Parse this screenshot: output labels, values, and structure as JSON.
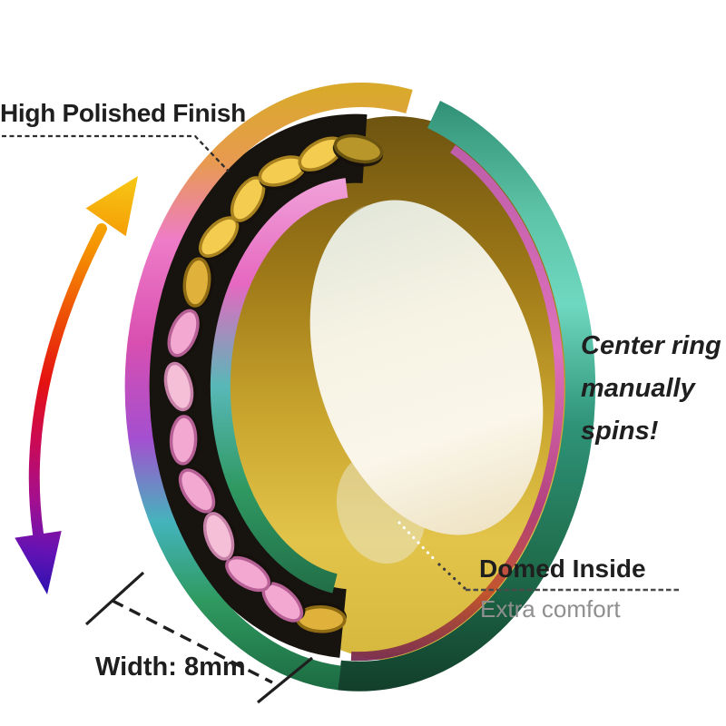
{
  "background_color": "#ffffff",
  "annotations": {
    "high_polished_finish": {
      "label": "High Polished Finish"
    },
    "center_spin": {
      "line1": "Center ring",
      "line2": "manually",
      "line3": "spins!"
    },
    "domed_inside": {
      "label": "Domed Inside",
      "sublabel": "Extra comfort"
    },
    "width_dimension": {
      "label": "Width: 8mm"
    }
  },
  "icons": {
    "rotation_arrow": "curved-double-headed-arrow"
  },
  "colors": {
    "label_text": "#1f1f1f",
    "muted_text": "#8f8f8f",
    "leader_line": "#3a3a3a",
    "arrow_top": "#f6c515",
    "arrow_middle": "#e41111",
    "arrow_bottom": "#2a12ae",
    "band_pink": "#e06ab8",
    "band_teal": "#35917a",
    "band_gold": "#d9a92c",
    "inner_gold": "#c9a52e",
    "chain_gold": "#f4cc50",
    "chain_pink": "#f2a8d0",
    "chain_shadow": "#15110c"
  }
}
